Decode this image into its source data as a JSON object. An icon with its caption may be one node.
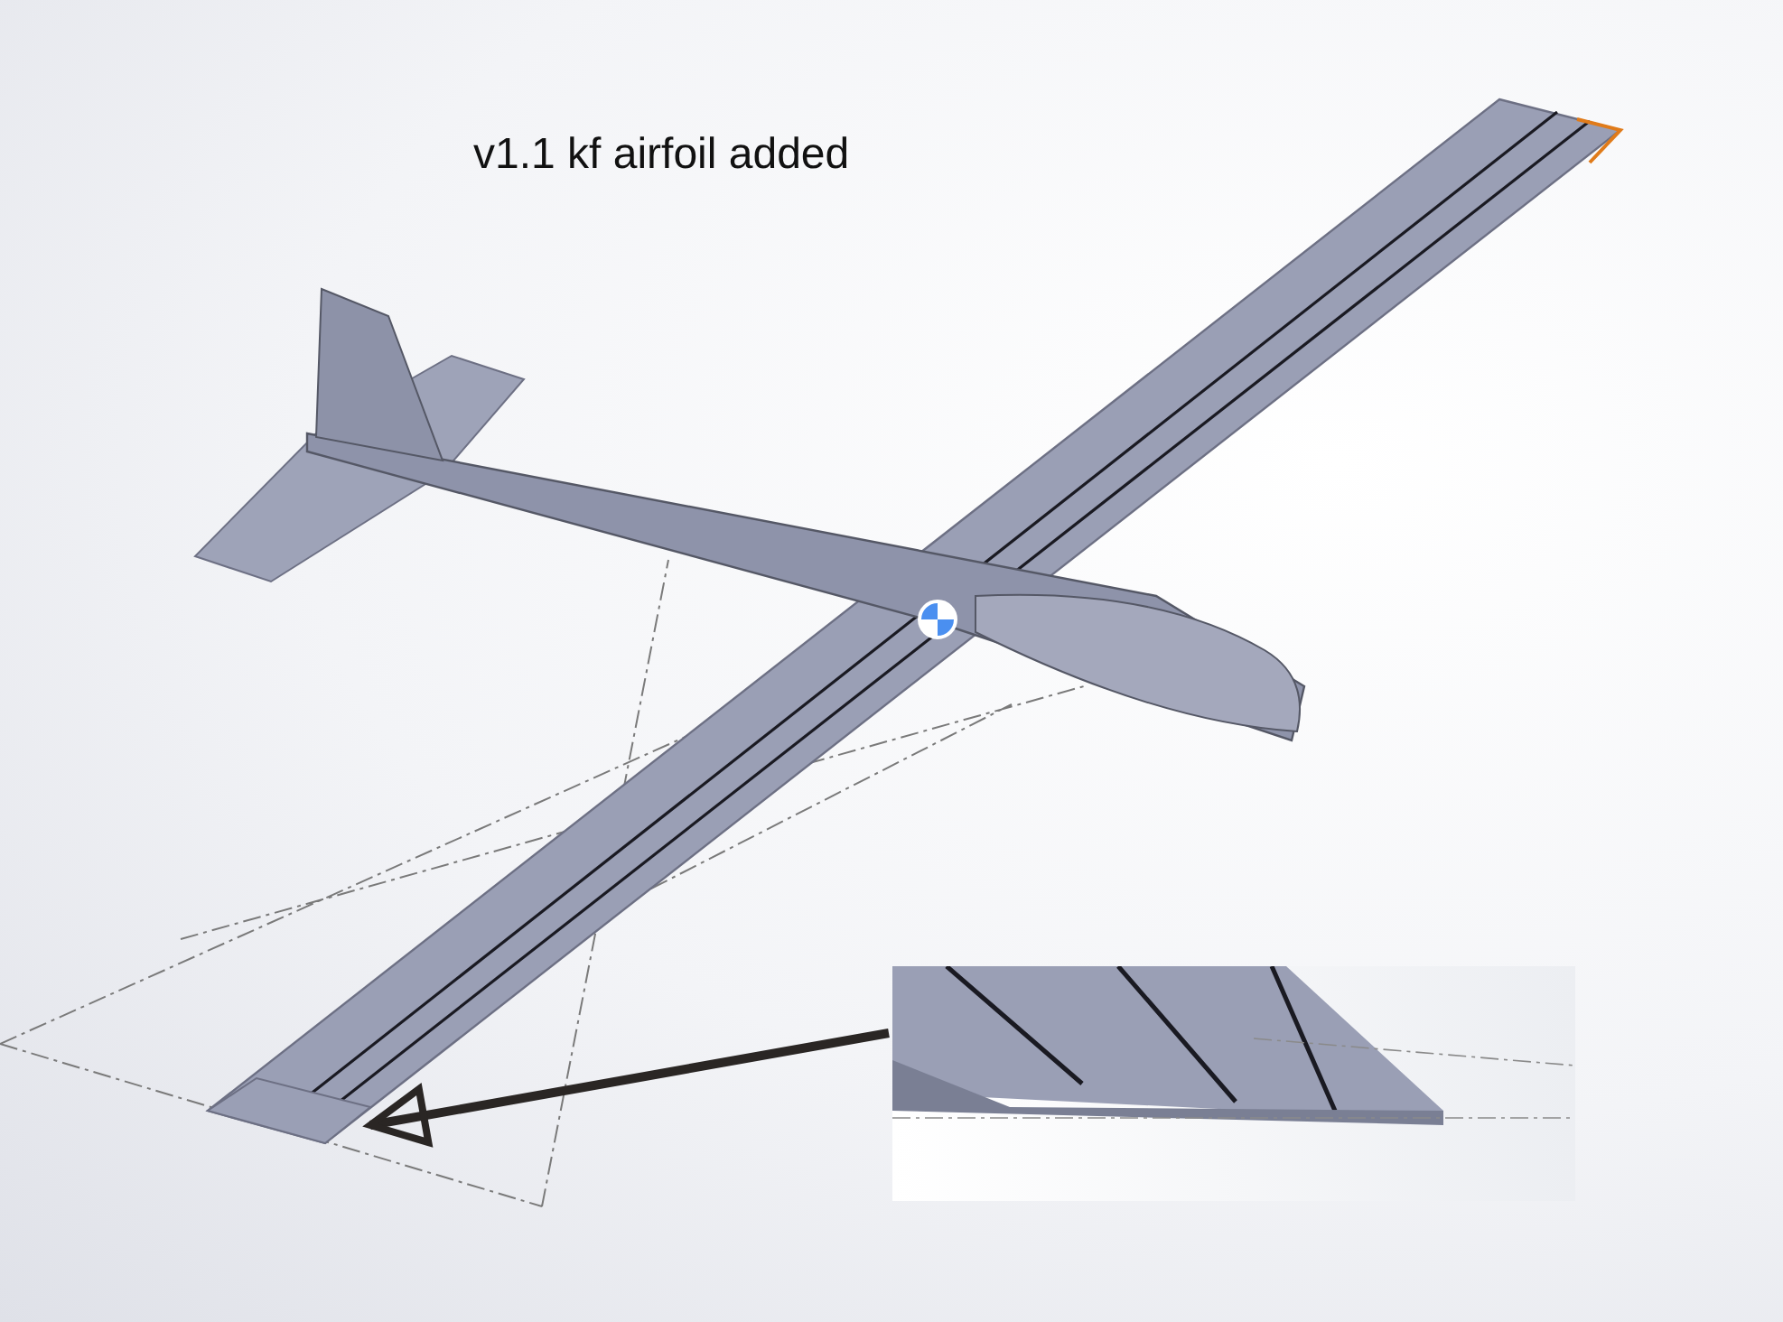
{
  "diagram": {
    "nodes": [
      {
        "text": [],
        "shape": "picture"
      },
      {
        "text": [],
        "shape": "picture"
      }
    ],
    "edges": [
      {
        "from": 0,
        "to": 1,
        "arrow": "to"
      }
    ],
    "labels": [
      "v1.1 kf airfoil added"
    ]
  }
}
